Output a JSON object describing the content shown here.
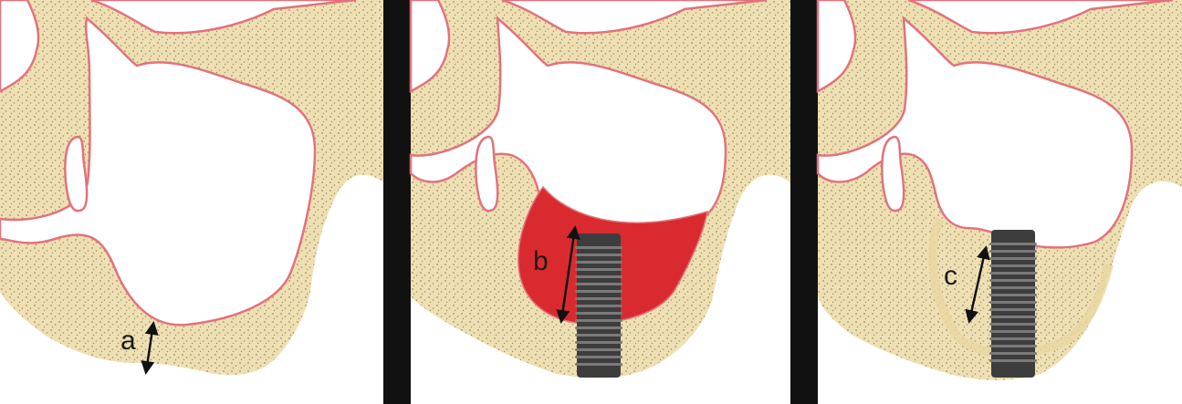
{
  "panels": [
    {
      "id": "before",
      "measure_label": "a",
      "has_graft": false,
      "has_implant": false
    },
    {
      "id": "graft",
      "measure_label": "b",
      "has_graft": true,
      "has_implant": true
    },
    {
      "id": "healed",
      "measure_label": "c",
      "has_graft": false,
      "has_implant": true
    }
  ],
  "colors": {
    "bone": "#efe0b4",
    "bone_dots": "#9c8d64",
    "membrane": "#e2727c",
    "graft": "#d92b2f",
    "implant": "#3d3d3d",
    "implant_thread": "#7a7a7a",
    "divider": "#111111",
    "arrow": "#111111"
  }
}
